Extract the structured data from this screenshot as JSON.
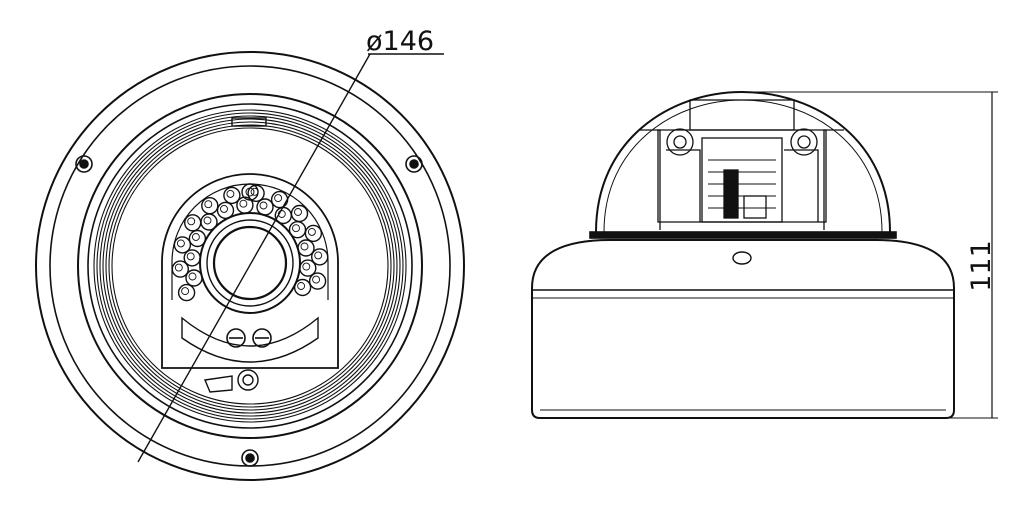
{
  "front_view": {
    "diameter_label": "ø146",
    "ir_led_count": 24,
    "mount_screw_count": 3
  },
  "side_view": {
    "height_label": "111"
  },
  "colors": {
    "ink": "#111111",
    "background": "#ffffff"
  }
}
